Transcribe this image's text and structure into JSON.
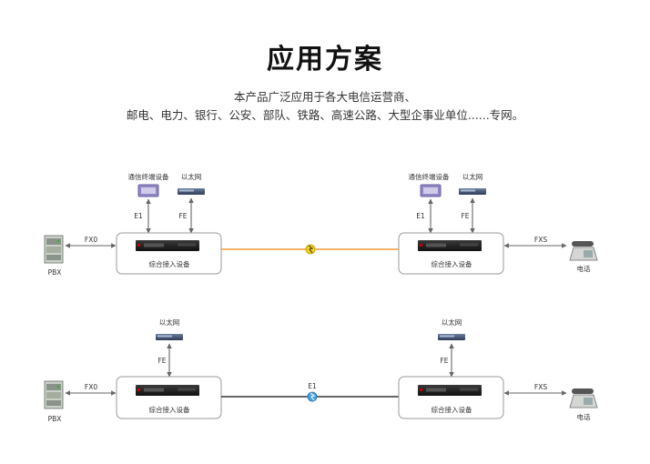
{
  "header": {
    "title": "应用方案",
    "subtitle_line1": "本产品广泛应用于各大电信运营商、",
    "subtitle_line2": "邮电、电力、银行、公安、部队、铁路、高速公路、大型企事业单位......专网。"
  },
  "diagram1": {
    "left_device_label": "综合接入设备",
    "right_device_label": "综合接入设备",
    "left_terminal_label": "通信终端设备",
    "left_ethernet_label": "以太网",
    "right_terminal_label": "通信终端设备",
    "right_ethernet_label": "以太网",
    "left_e1_label": "E1",
    "left_fe_label": "FE",
    "right_e1_label": "E1",
    "right_fe_label": "FE",
    "pbx_label": "PBX",
    "fxo_label": "FX0",
    "fxs_label": "FXS",
    "phone_label": "电话",
    "link_color": "#f39a3a"
  },
  "diagram2": {
    "left_device_label": "综合接入设备",
    "right_device_label": "综合接入设备",
    "left_ethernet_label": "以太网",
    "right_ethernet_label": "以太网",
    "left_fe_label": "FE",
    "right_fe_label": "FE",
    "e1_link_label": "E1",
    "pbx_label": "PBX",
    "fxo_label": "FX0",
    "fxs_label": "FXS",
    "phone_label": "电话",
    "link_color": "#333333"
  }
}
